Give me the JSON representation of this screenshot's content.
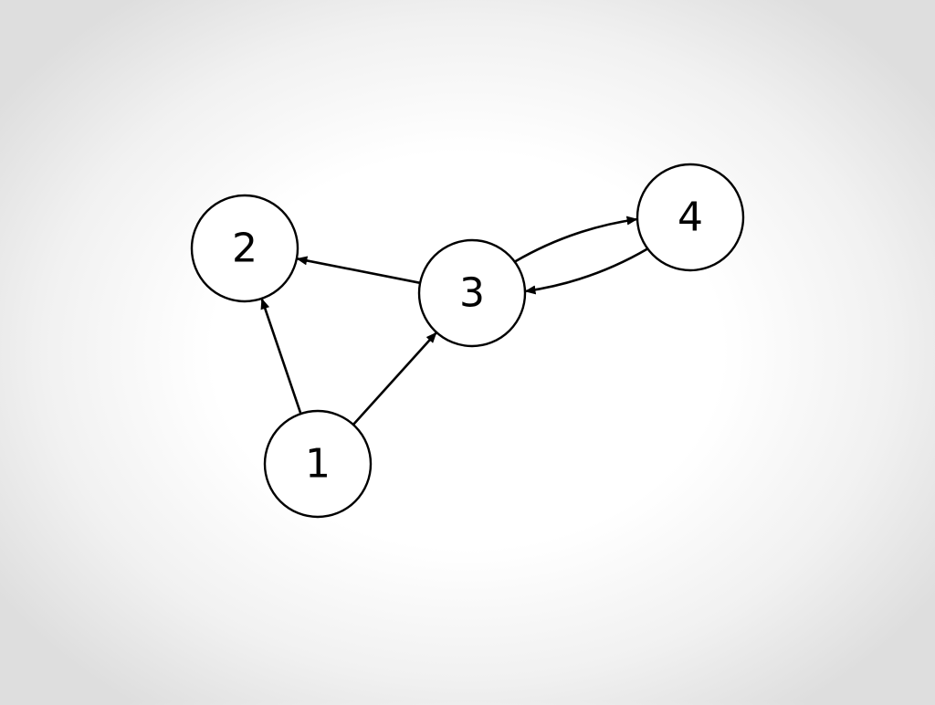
{
  "diagram": {
    "type": "directed-graph",
    "nodes": [
      {
        "id": "1",
        "label": "1"
      },
      {
        "id": "2",
        "label": "2"
      },
      {
        "id": "3",
        "label": "3"
      },
      {
        "id": "4",
        "label": "4"
      }
    ],
    "edges": [
      {
        "from": "1",
        "to": "2"
      },
      {
        "from": "1",
        "to": "3"
      },
      {
        "from": "3",
        "to": "2"
      },
      {
        "from": "3",
        "to": "4"
      },
      {
        "from": "4",
        "to": "3"
      }
    ],
    "colors": {
      "stroke": "#000000",
      "node_fill": "#ffffff"
    }
  }
}
